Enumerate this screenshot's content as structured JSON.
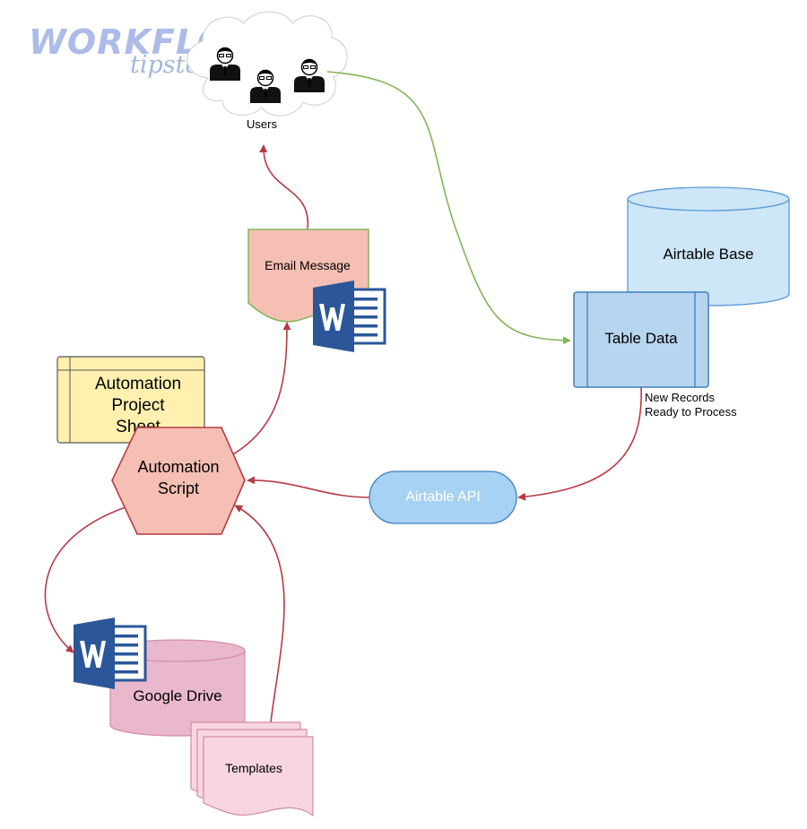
{
  "watermark": {
    "line1": "WORKFLOW",
    "line2": "tipster.top"
  },
  "nodes": {
    "users": "Users",
    "email_message": "Email Message",
    "airtable_base": "Airtable Base",
    "table_data": "Table Data",
    "new_records": [
      "New Records",
      "Ready to Process"
    ],
    "automation_project_sheet": [
      "Automation",
      "Project",
      "Sheet"
    ],
    "automation_script": [
      "Automation",
      "Script"
    ],
    "airtable_api": "Airtable API",
    "google_drive": "Google Drive",
    "templates": "Templates"
  },
  "colors": {
    "flow_red": "#b83a44",
    "flow_green": "#84b55a",
    "salmon": "#f5bfb3",
    "light_blue": "#cde6f8",
    "blue_box": "#b7d5ee",
    "pill_blue": "#a7d2f3",
    "pink": "#eab8cc",
    "pink_light": "#f7d6e1",
    "yellow": "#fff0b0",
    "word_blue": "#2b579a"
  },
  "icons": [
    "user-icon",
    "word-icon"
  ]
}
